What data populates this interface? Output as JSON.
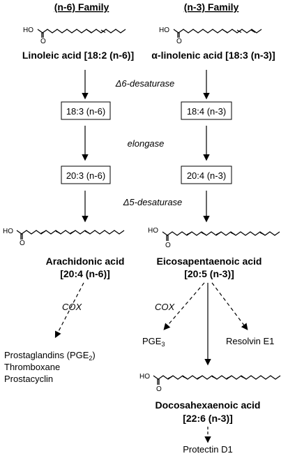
{
  "headers": {
    "n6": "(n-6) Family",
    "n3": "(n-3) Family"
  },
  "acids": {
    "linoleic": "Linoleic acid [18:2 (n-6)]",
    "alpha_linolenic": "α-linolenic acid [18:3 (n-3)]",
    "arachidonic_name": "Arachidonic acid",
    "arachidonic_formula": "[20:4 (n-6)]",
    "epa_name": "Eicosapentaenoic acid",
    "epa_formula": "[20:5 (n-3)]",
    "dha_name": "Docosahexaenoic acid",
    "dha_formula": "[22:6 (n-3)]"
  },
  "enzymes": {
    "d6": "Δ6-desaturase",
    "elongase": "elongase",
    "d5": "Δ5-desaturase",
    "cox_left": "COX",
    "cox_right": "COX"
  },
  "boxes": {
    "n6_1": "18:3 (n-6)",
    "n3_1": "18:4 (n-3)",
    "n6_2": "20:3 (n-6)",
    "n3_2": "20:4 (n-3)"
  },
  "products": {
    "prostaglandins_prefix": "Prostaglandins (PGE",
    "prostaglandins_sub": "2",
    "prostaglandins_suffix": ")",
    "thromboxane": "Thromboxane",
    "prostacyclin": "Prostacyclin",
    "pge3_main": "PGE",
    "pge3_sub": "3",
    "resolvin": "Resolvin E1",
    "protectin": "Protectin D1"
  },
  "structure_label": "HO"
}
